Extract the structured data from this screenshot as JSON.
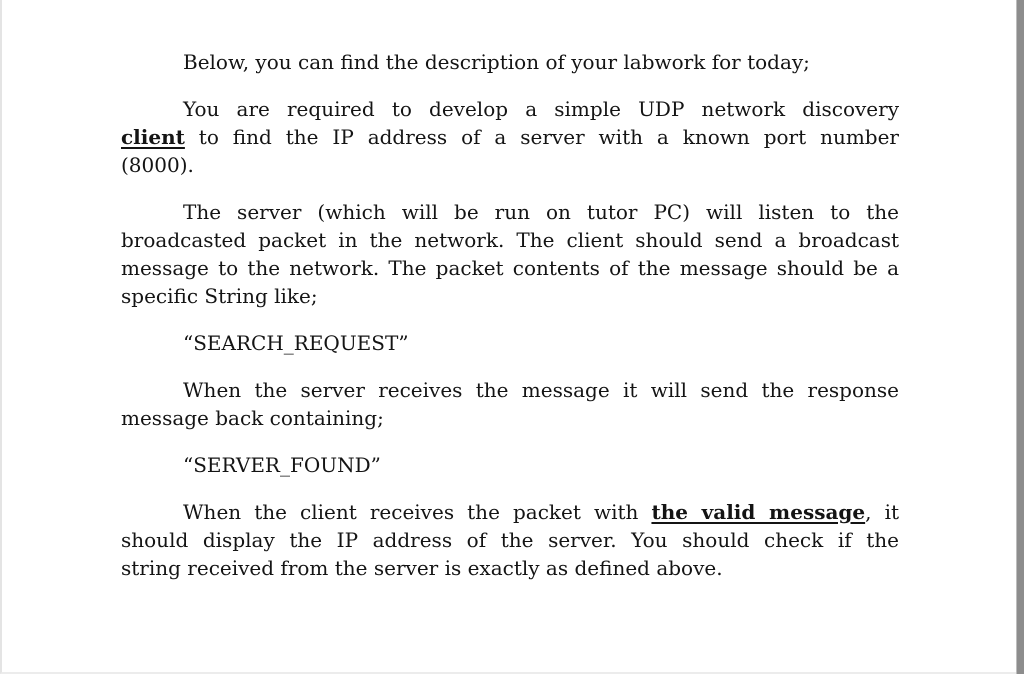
{
  "colors": {
    "page_background": "#ffffff",
    "text": "#141414",
    "right_band": "#8d8d8d"
  },
  "doc": {
    "paragraphs": [
      {
        "lines": [
          {
            "segments": [
              {
                "t": "Below, you can find the description of your labwork for today;"
              }
            ]
          }
        ]
      },
      {
        "lines": [
          {
            "segments": [
              {
                "t": "You are required to develop a simple UDP network discovery"
              }
            ]
          },
          {
            "segments": [
              {
                "t": "client"
              },
              {
                "t": " to find the IP address of a server with a known port number"
              }
            ]
          },
          {
            "segments": [
              {
                "t": "(8000)."
              }
            ]
          }
        ]
      },
      {
        "lines": [
          {
            "segments": [
              {
                "t": "The server (which will be run on tutor PC) will listen to the"
              }
            ]
          },
          {
            "segments": [
              {
                "t": "broadcasted packet in the network. The client should send a broadcast"
              }
            ]
          },
          {
            "segments": [
              {
                "t": "message to the network. The packet contents of the message should be a"
              }
            ]
          },
          {
            "segments": [
              {
                "t": "specific String like;"
              }
            ]
          }
        ]
      },
      {
        "lines": [
          {
            "segments": [
              {
                "t": "“SEARCH_REQUEST”"
              }
            ]
          }
        ]
      },
      {
        "lines": [
          {
            "segments": [
              {
                "t": "When the server receives the message it will send the response"
              }
            ]
          },
          {
            "segments": [
              {
                "t": "message back containing;"
              }
            ]
          }
        ]
      },
      {
        "lines": [
          {
            "segments": [
              {
                "t": "“SERVER_FOUND”"
              }
            ]
          }
        ]
      },
      {
        "lines": [
          {
            "segments": [
              {
                "t": "When the client receives the packet with "
              },
              {
                "t": "the valid message"
              },
              {
                "t": ", it"
              }
            ]
          },
          {
            "segments": [
              {
                "t": "should display the IP address of the server. You should check if the"
              }
            ]
          },
          {
            "segments": [
              {
                "t": "string received from the server is exactly as defined above."
              }
            ]
          }
        ]
      }
    ]
  }
}
